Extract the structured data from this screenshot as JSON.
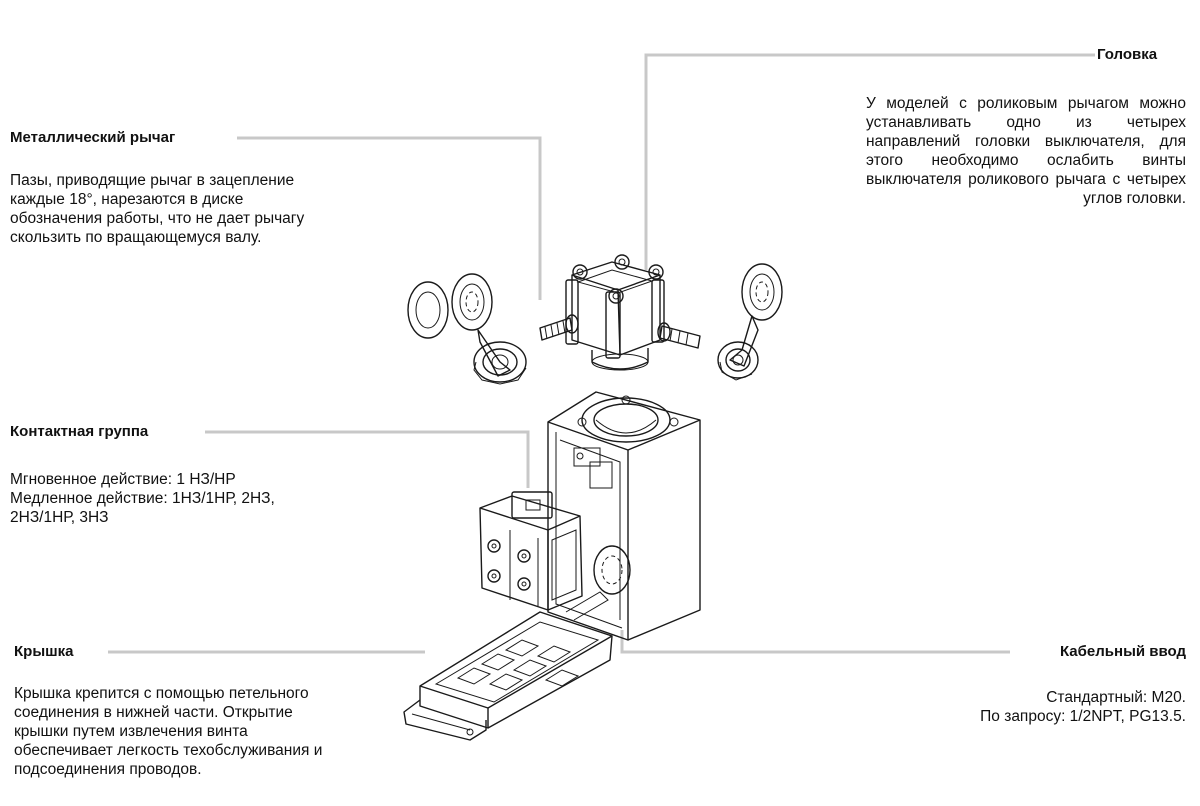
{
  "callouts": {
    "head": {
      "title": "Головка",
      "text": "У моделей с роликовым рычагом можно устанавливать одно из четырех направлений головки выключателя, для этого необходимо ослабить винты выключателя роликового рычага с четырех углов головки."
    },
    "lever": {
      "title": "Металлический рычаг",
      "text": "Пазы, приводящие рычаг в зацепление каждые 18°, нарезаются в диске обозначения работы, что не дает рычагу скользить по вращающемуся валу."
    },
    "contacts": {
      "title": "Контактная группа",
      "line1": "Мгновенное действие: 1 НЗ/НР",
      "line2": "Медленное действие: 1НЗ/1НР, 2НЗ,",
      "line3": "2НЗ/1НР, 3НЗ"
    },
    "cover": {
      "title": "Крышка",
      "text": "Крышка крепится с помощью петельного соединения в нижней части. Открытие крышки путем извлечения винта обеспечивает легкость техобслуживания и подсоединения проводов."
    },
    "cable": {
      "title": "Кабельный ввод",
      "line1": "Стандартный: M20.",
      "line2": "По запросу: 1/2NPT, PG13.5."
    }
  }
}
